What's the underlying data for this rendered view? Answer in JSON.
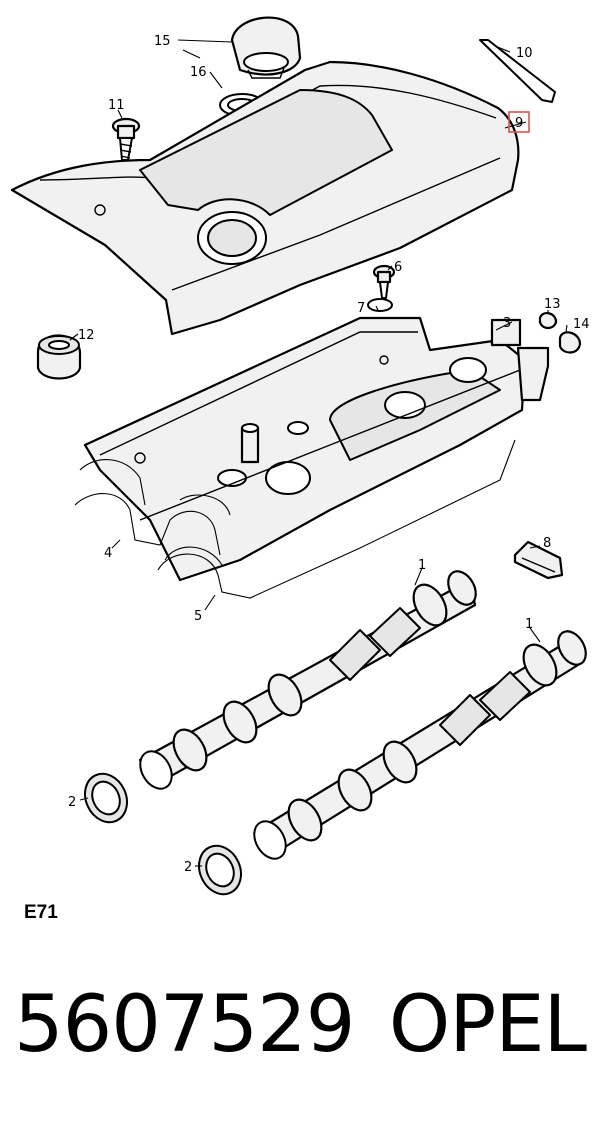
{
  "callouts": {
    "c1a": "1",
    "c1b": "1",
    "c2a": "2",
    "c2b": "2",
    "c3": "3",
    "c4": "4",
    "c5": "5",
    "c6": "6",
    "c7": "7",
    "c8": "8",
    "c9": "9",
    "c10": "10",
    "c11": "11",
    "c12": "12",
    "c13": "13",
    "c14": "14",
    "c15": "15",
    "c16": "16"
  },
  "highlight_color": "#d9534f",
  "diagram_code": "E71",
  "part_number": "5607529",
  "brand": "OPEL"
}
